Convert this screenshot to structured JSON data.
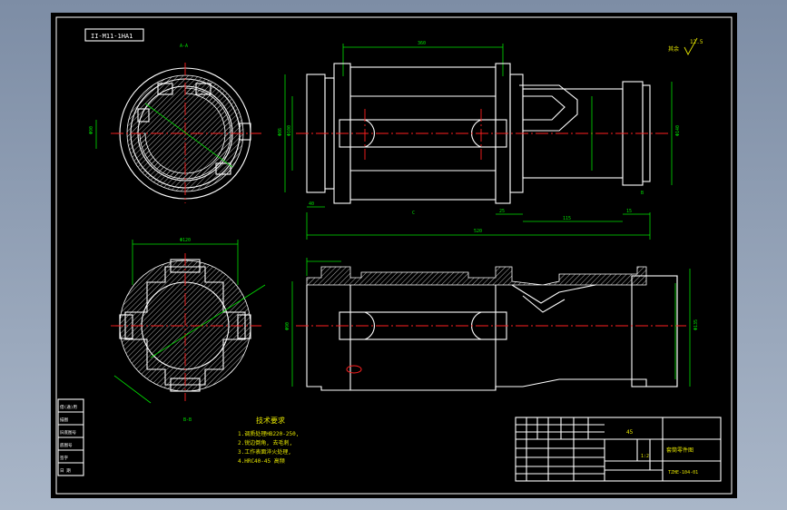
{
  "drawing": {
    "drawing_code": "II-M11-1HA1",
    "section_a_label": "A-A",
    "section_b_label": "B-B",
    "roughness_note": "其余",
    "roughness_value": "12.5",
    "tech_requirements": {
      "title": "技术要求",
      "items": [
        "1.调质处理HB220-250,",
        "2.锐边倒角, 去毛刺,",
        "3.工作表面淬火处理,",
        "4.HRC40-45 高频"
      ]
    },
    "dimensions": {
      "overall_length": "520",
      "main_length": "360",
      "dia_1": "Φ90",
      "dia_2": "Φ86",
      "dia_3": "Φ100",
      "dia_4": "Φ120",
      "dia_5": "Φ140",
      "dia_6": "Φ135",
      "len_a": "40",
      "len_b": "25",
      "len_c": "15",
      "len_d": "115"
    },
    "title_block": {
      "part_name": "套筒零件图",
      "material": "45",
      "drawing_number": "TZHE-104-01",
      "scale": "1:2"
    },
    "left_strip": [
      "借(通)用",
      "描图",
      "旧底图号",
      "底图号",
      "签字",
      "日 期"
    ]
  },
  "colors": {
    "background": "#000000",
    "outline": "#ffffff",
    "dimension": "#00e000",
    "centerline": "#ff2020",
    "hatch": "#ffffff",
    "window_bg": "#8a99b0"
  }
}
